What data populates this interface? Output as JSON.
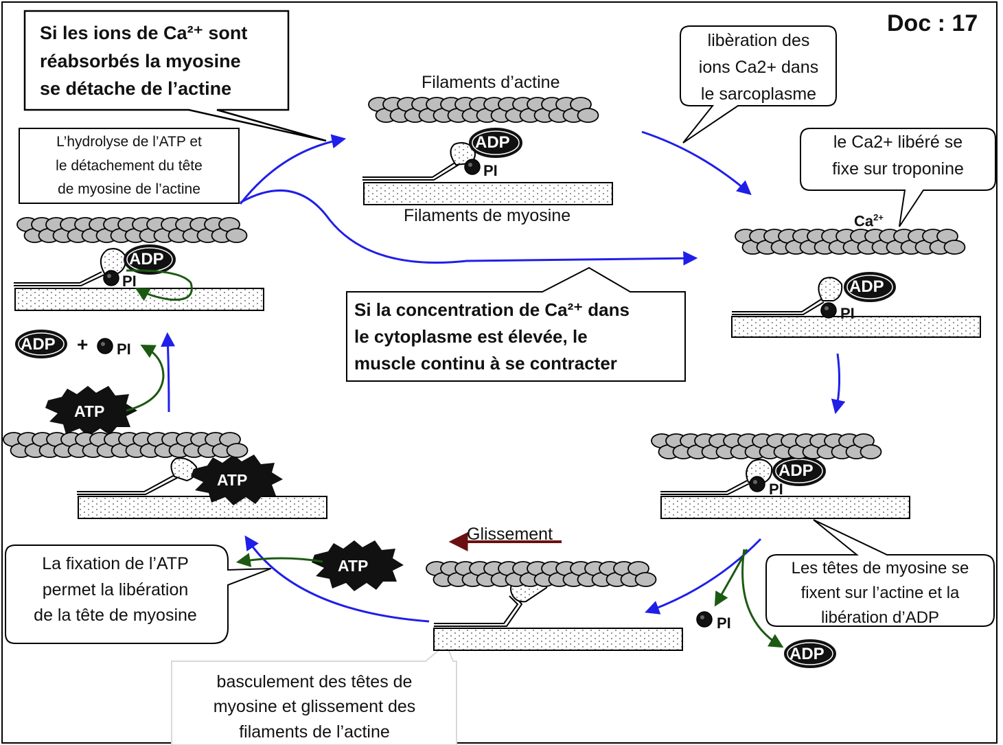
{
  "doc_label": "Doc : 17",
  "labels": {
    "actin_filaments": "Filaments d’actine",
    "myosin_filaments": "Filaments de myosine",
    "glissement": "Glissement"
  },
  "callouts": {
    "reabsorbed": [
      "Si les ions de Ca²⁺ sont",
      "réabsorbés la myosine",
      "se détache de l’actine"
    ],
    "hydrolysis": [
      "L’hydrolyse de l’ATP et",
      "le  détachement du tête",
      "de myosine de l’actine"
    ],
    "release_ions": [
      "libèration des",
      "ions Ca2+ dans",
      "le sarcoplasme"
    ],
    "fix_troponin": [
      "le Ca2+ libéré se",
      "fixe sur troponine"
    ],
    "concentration": [
      "Si la concentration de Ca²⁺ dans",
      "le cytoplasme est élevée, le",
      "muscle continu à se contracter"
    ],
    "heads_fix": [
      "Les têtes de myosine se",
      "fixent  sur l’actine et la",
      "libération d’ADP"
    ],
    "atp_fixation": [
      "La fixation de l’ATP",
      "permet  la libération",
      "de la tête de  myosine"
    ],
    "tilting": [
      "basculement des  têtes de",
      "myosine et glissement des",
      "filaments de l’actine"
    ]
  },
  "molecules": {
    "adp": "ADP",
    "pi": "PI",
    "atp": "ATP",
    "ca": "Ca",
    "ca_charge": "2+",
    "plus": "+"
  },
  "colors": {
    "blue_arrow": "#1f1fe8",
    "green_arrow": "#1c5a12",
    "brown_arrow": "#6b1010",
    "calcium": "#8fe6ec"
  }
}
